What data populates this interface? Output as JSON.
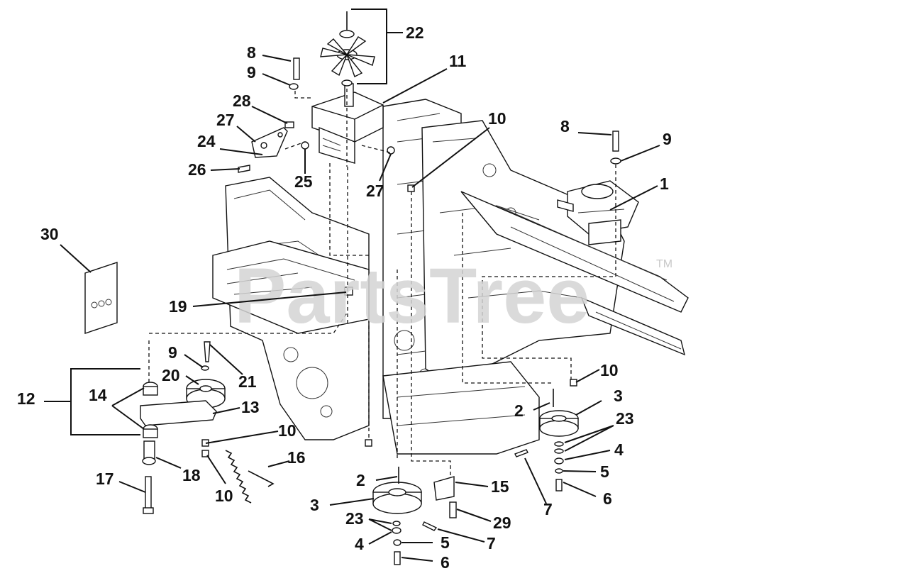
{
  "watermark": {
    "text": "PartsTree",
    "trademark": "TM"
  },
  "callouts": [
    {
      "id": "22",
      "text": "22"
    },
    {
      "id": "8a",
      "text": "8"
    },
    {
      "id": "9a",
      "text": "9"
    },
    {
      "id": "11",
      "text": "11"
    },
    {
      "id": "28",
      "text": "28"
    },
    {
      "id": "27a",
      "text": "27"
    },
    {
      "id": "24",
      "text": "24"
    },
    {
      "id": "26",
      "text": "26"
    },
    {
      "id": "25",
      "text": "25"
    },
    {
      "id": "27b",
      "text": "27"
    },
    {
      "id": "10a",
      "text": "10"
    },
    {
      "id": "8b",
      "text": "8"
    },
    {
      "id": "9b",
      "text": "9"
    },
    {
      "id": "1",
      "text": "1"
    },
    {
      "id": "30",
      "text": "30"
    },
    {
      "id": "19",
      "text": "19"
    },
    {
      "id": "9c",
      "text": "9"
    },
    {
      "id": "20",
      "text": "20"
    },
    {
      "id": "21",
      "text": "21"
    },
    {
      "id": "12",
      "text": "12"
    },
    {
      "id": "14",
      "text": "14"
    },
    {
      "id": "13",
      "text": "13"
    },
    {
      "id": "10b",
      "text": "10"
    },
    {
      "id": "16",
      "text": "16"
    },
    {
      "id": "17",
      "text": "17"
    },
    {
      "id": "18",
      "text": "18"
    },
    {
      "id": "10c",
      "text": "10"
    },
    {
      "id": "10d",
      "text": "10"
    },
    {
      "id": "3a",
      "text": "3"
    },
    {
      "id": "2a",
      "text": "2"
    },
    {
      "id": "23a",
      "text": "23"
    },
    {
      "id": "4a",
      "text": "4"
    },
    {
      "id": "5a",
      "text": "5"
    },
    {
      "id": "7a",
      "text": "7"
    },
    {
      "id": "6a",
      "text": "6"
    },
    {
      "id": "2b",
      "text": "2"
    },
    {
      "id": "15",
      "text": "15"
    },
    {
      "id": "3b",
      "text": "3"
    },
    {
      "id": "29",
      "text": "29"
    },
    {
      "id": "23b",
      "text": "23"
    },
    {
      "id": "7b",
      "text": "7"
    },
    {
      "id": "4b",
      "text": "4"
    },
    {
      "id": "5b",
      "text": "5"
    },
    {
      "id": "6b",
      "text": "6"
    }
  ]
}
